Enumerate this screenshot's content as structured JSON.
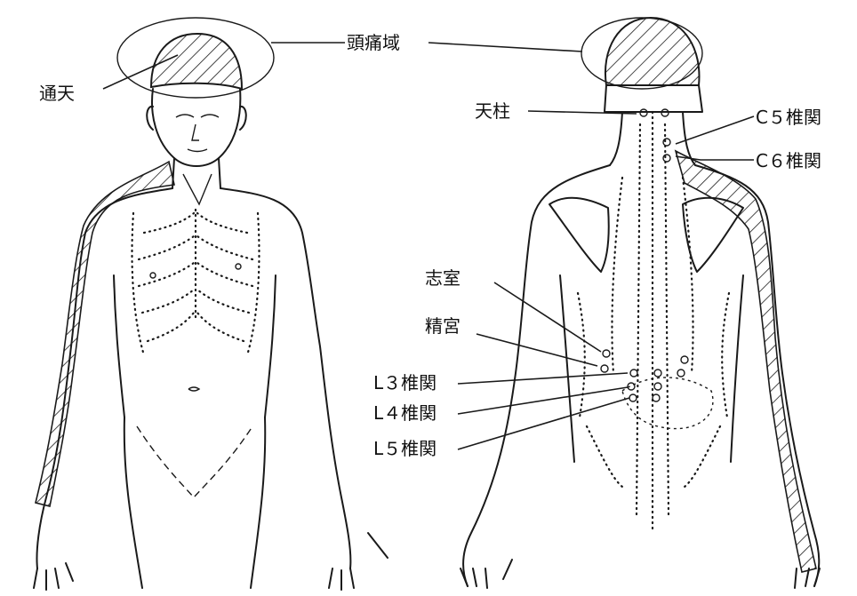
{
  "labels": {
    "headache_area": "頭痛域",
    "tsuten": "通天",
    "tenchu": "天柱",
    "c5": "C５椎関",
    "c6": "C６椎関",
    "shishitsu": "志室",
    "seikyu": "精宮",
    "l3": "L３椎関",
    "l4": "L４椎関",
    "l5": "L５椎関"
  }
}
